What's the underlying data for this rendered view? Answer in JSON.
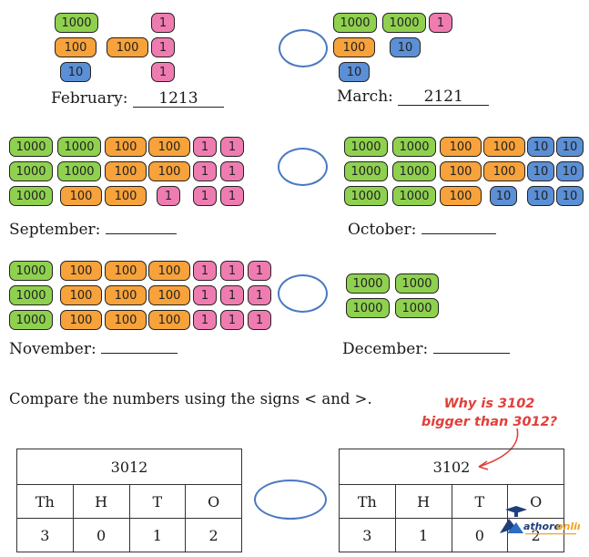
{
  "months": {
    "february": {
      "label": "February:",
      "value": "1213"
    },
    "march": {
      "label": "March:",
      "value": "2121"
    },
    "september": {
      "label": "September:",
      "value": ""
    },
    "october": {
      "label": "October:",
      "value": ""
    },
    "november": {
      "label": "November:",
      "value": ""
    },
    "december": {
      "label": "December:",
      "value": ""
    }
  },
  "tile_values": {
    "thousand": "1000",
    "hundred": "100",
    "ten": "10",
    "one": "1"
  },
  "instruction": "Compare the numbers using the signs < and >.",
  "callout": {
    "line1": "Why is 3102",
    "line2": "bigger than 3012?"
  },
  "tables": {
    "left": {
      "number": "3012",
      "headers": [
        "Th",
        "H",
        "T",
        "O"
      ],
      "digits": [
        "3",
        "0",
        "1",
        "2"
      ]
    },
    "right": {
      "number": "3102",
      "headers": [
        "Th",
        "H",
        "T",
        "O"
      ],
      "digits": [
        "3",
        "1",
        "0",
        "2"
      ]
    }
  },
  "logo": {
    "text": "Rathoreonline"
  },
  "colors": {
    "thousand": "#8fd14f",
    "hundred": "#f7a23a",
    "ten": "#5b8fd6",
    "one": "#ef7cb0",
    "circle": "#4a78c2",
    "callout": "#e0413a"
  }
}
